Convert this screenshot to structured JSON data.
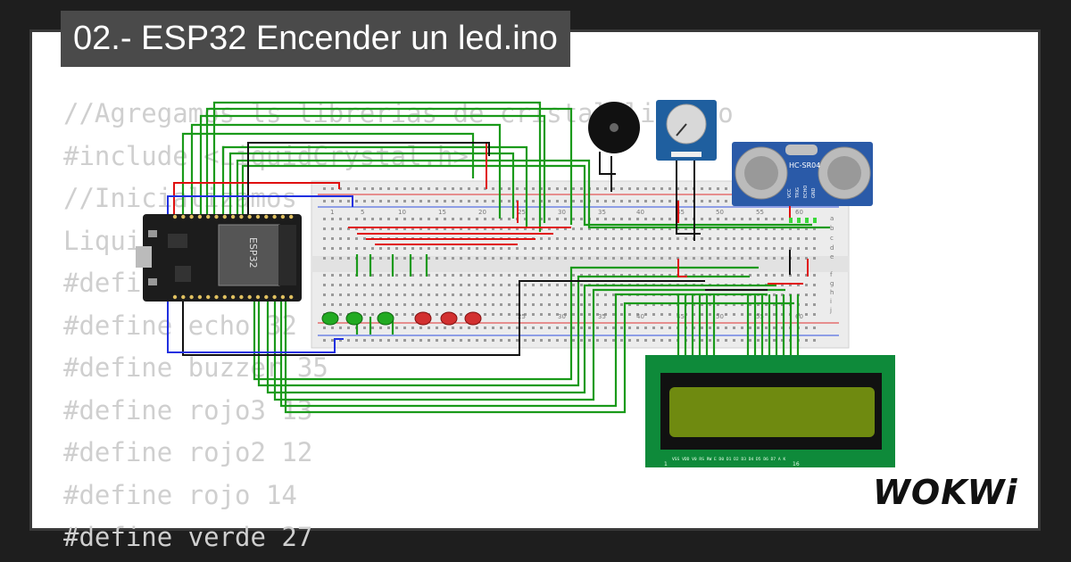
{
  "title": "02.- ESP32 Encender un led.ino",
  "code_lines": [
    "//Agregamos ls librerias de cristal liquido",
    "#include <LiquidCrystal.h>",
    "//Inicializamos la pantalla de cristal",
    "Liquid",
    "#define",
    "#define echo 32",
    "#define buzzer 35",
    "#define rojo3 13",
    "#define rojo2 12",
    "#define rojo 14",
    "#define verde 27"
  ],
  "components": {
    "esp32_label": "ESP32",
    "ultrasonic_label": "HC-SR04",
    "ultrasonic_pins": [
      "VCC",
      "TRIG",
      "ECHO",
      "GND"
    ],
    "breadboard_numbers": [
      "1",
      "5",
      "10",
      "15",
      "20",
      "25",
      "30",
      "35",
      "40",
      "45",
      "50",
      "55",
      "60"
    ],
    "breadboard_rows_top": [
      "a",
      "b",
      "c",
      "d",
      "e"
    ],
    "breadboard_rows_bottom": [
      "f",
      "g",
      "h",
      "i",
      "j"
    ],
    "lcd_pin_first": "1",
    "lcd_pin_last": "16",
    "lcd_pin_labels": "VSS VDD V0 RS RW E D0 D1 D2 D3 D4 D5 D6 D7 A K"
  },
  "brand": "WOKWi",
  "colors": {
    "background": "#1e1e1e",
    "title_bg": "#4a4a4a",
    "wire_green": "#1a9a1a",
    "wire_red": "#e01010",
    "wire_black": "#111111",
    "wire_blue": "#2030e0",
    "lcd_board": "#0e8a3a",
    "lcd_screen": "#6f8a10"
  }
}
